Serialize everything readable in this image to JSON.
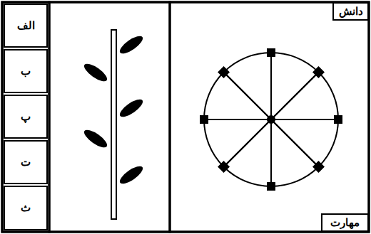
{
  "diagram": {
    "nodes": [
      {
        "text": [
          "الف"
        ]
      },
      {
        "text": [
          "ب"
        ]
      },
      {
        "text": [
          "پ"
        ]
      },
      {
        "text": [
          "ت"
        ]
      },
      {
        "text": [
          "ث"
        ]
      },
      {
        "text": [
          "دانش"
        ]
      },
      {
        "text": [
          "مهارت"
        ]
      }
    ]
  }
}
